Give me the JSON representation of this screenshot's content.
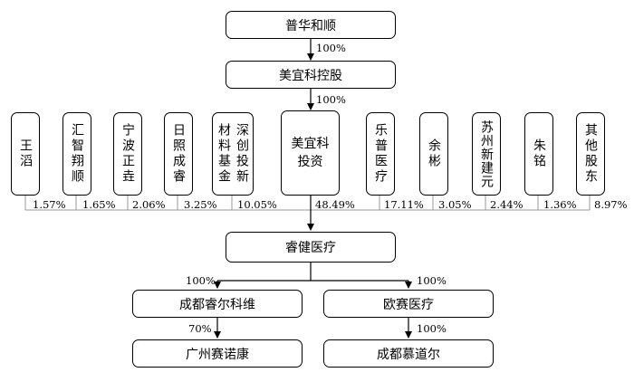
{
  "top": {
    "puhua": "普华和顺",
    "holding": "美宜科控股",
    "pct_puhua_holding": "100%",
    "pct_holding_invest": "100%"
  },
  "shareholders": [
    {
      "id": "wangtao",
      "line1": "王滔",
      "line2": "",
      "pct": "1.57%"
    },
    {
      "id": "huizhi",
      "line1": "汇智翔顺",
      "line2": "",
      "pct": "1.65%"
    },
    {
      "id": "ningbo",
      "line1": "宁波正垚",
      "line2": "",
      "pct": "2.06%"
    },
    {
      "id": "rizhao",
      "line1": "日照成睿",
      "line2": "",
      "pct": "3.25%"
    },
    {
      "id": "shenchuang",
      "line1": "深创投新",
      "line2": "材料基金",
      "pct": "10.05%"
    },
    {
      "id": "meiyike",
      "line1": "美宜科",
      "line2": "投资",
      "pct": "48.49%"
    },
    {
      "id": "lepu",
      "line1": "乐普医疗",
      "line2": "",
      "pct": "17.11%"
    },
    {
      "id": "yubin",
      "line1": "余彬",
      "line2": "",
      "pct": "3.05%"
    },
    {
      "id": "suzhou",
      "line1": "苏州新建元",
      "line2": "",
      "pct": "2.44%"
    },
    {
      "id": "zhuming",
      "line1": "朱铭",
      "line2": "",
      "pct": "1.36%"
    },
    {
      "id": "others",
      "line1": "其他股东",
      "line2": "",
      "pct": "8.97%"
    }
  ],
  "center": {
    "name": "睿健医疗"
  },
  "subsidiaries": {
    "left": {
      "name": "成都睿尔科维",
      "pct": "100%",
      "child": {
        "name": "广州赛诺康",
        "pct": "70%"
      }
    },
    "right": {
      "name": "欧赛医疗",
      "pct": "100%",
      "child": {
        "name": "成都慕道尔",
        "pct": "100%"
      }
    }
  }
}
